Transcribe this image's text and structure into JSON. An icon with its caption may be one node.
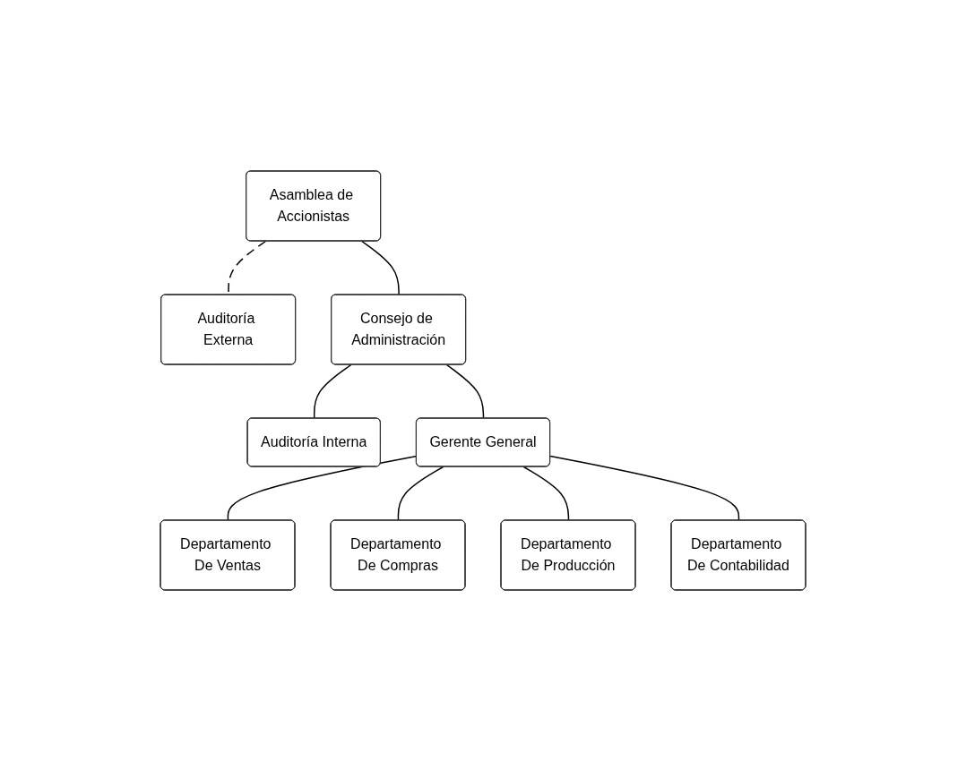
{
  "diagram": {
    "nodes": [
      {
        "text": [
          "Asamblea de Accionistas"
        ]
      },
      {
        "text": [
          "Auditoría Externa"
        ]
      },
      {
        "text": [
          "Consejo de Administración"
        ]
      },
      {
        "text": [
          "Auditoría Interna"
        ]
      },
      {
        "text": [
          "Gerente General"
        ]
      },
      {
        "text": [
          "Departamento De Ventas"
        ]
      },
      {
        "text": [
          "Departamento De Compras"
        ]
      },
      {
        "text": [
          "Departamento De Producción"
        ]
      },
      {
        "text": [
          "Departamento De Contabilidad"
        ]
      }
    ],
    "edges": [
      {
        "from": 0,
        "to": 1,
        "arrow": "none",
        "style": "dashed"
      },
      {
        "from": 0,
        "to": 2,
        "arrow": "none"
      },
      {
        "from": 2,
        "to": 3,
        "arrow": "none"
      },
      {
        "from": 2,
        "to": 4,
        "arrow": "none"
      },
      {
        "from": 4,
        "to": 5,
        "arrow": "none"
      },
      {
        "from": 4,
        "to": 6,
        "arrow": "none"
      },
      {
        "from": 4,
        "to": 7,
        "arrow": "none"
      },
      {
        "from": 4,
        "to": 8,
        "arrow": "none"
      }
    ]
  }
}
